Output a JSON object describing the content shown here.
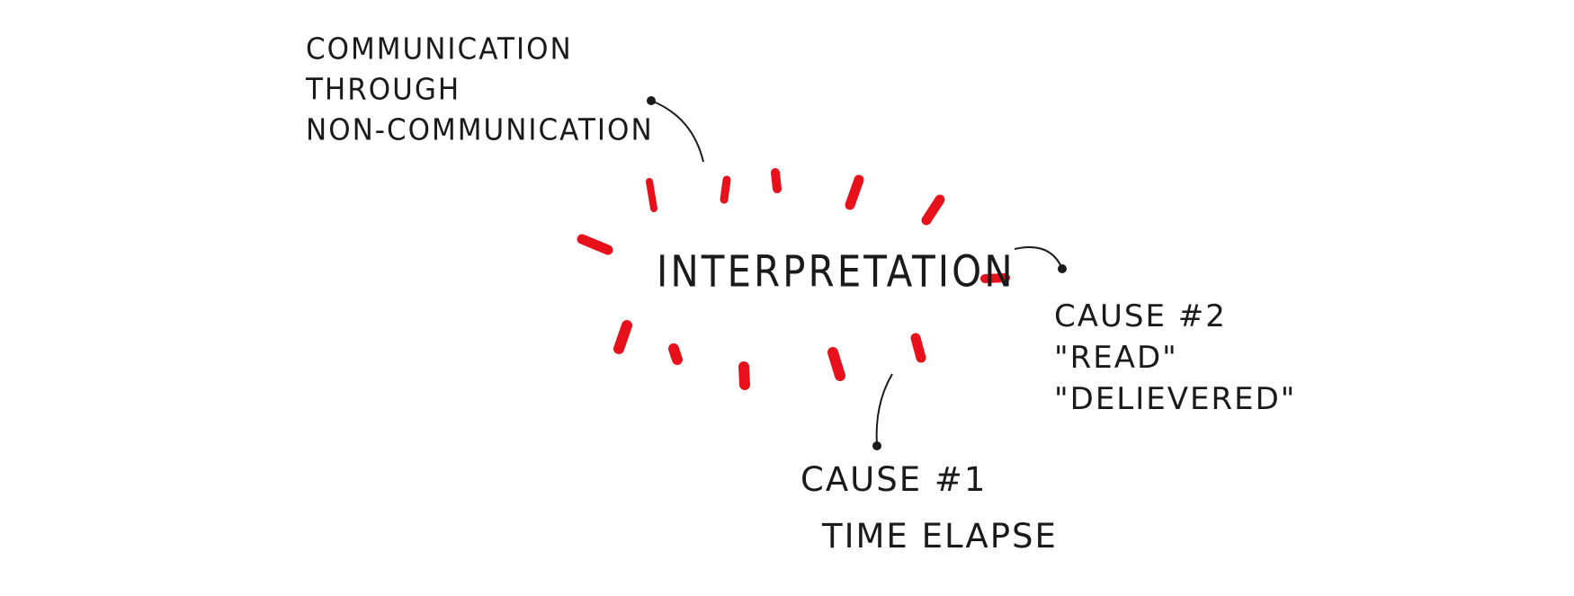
{
  "diagram": {
    "center_label": "INTERPRETATION",
    "top_note": {
      "lines": [
        "COMMUNICATION",
        "THROUGH",
        "NON-COMMUNICATION"
      ]
    },
    "cause_1": {
      "title": "CAUSE #1",
      "detail": "TIME ELAPSE"
    },
    "cause_2": {
      "title": "CAUSE #2",
      "detail_1": "\"READ\"",
      "detail_2": "\"DELIEVERED\""
    },
    "colors": {
      "ink": "#1a1a1a",
      "accent_red": "#e8111b",
      "background": "#ffffff"
    }
  }
}
